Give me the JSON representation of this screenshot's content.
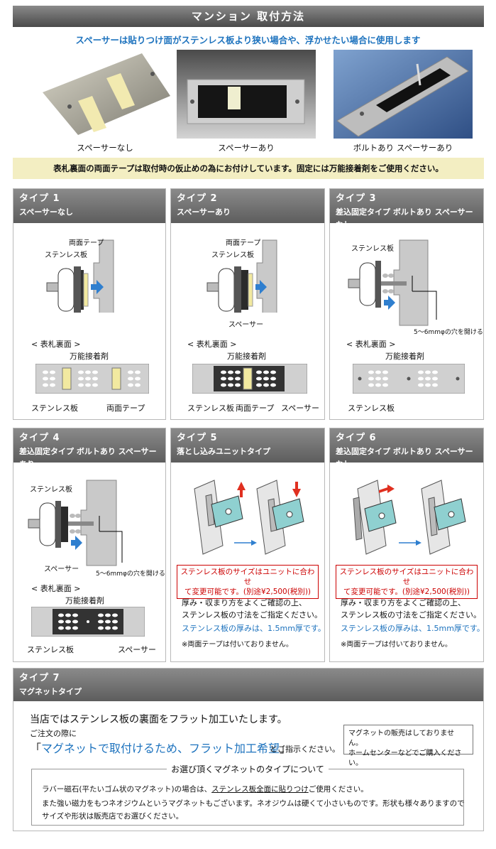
{
  "header": {
    "title": "マンション 取付方法"
  },
  "subtitle": "スペーサーは貼りつけ面がステンレス板より狭い場合や、浮かせたい場合に使用します",
  "photos": [
    {
      "caption": "スペーサーなし"
    },
    {
      "caption": "スペーサーあり"
    },
    {
      "caption": "ボルトあり スペーサーあり"
    }
  ],
  "notice": "表札裏面の両面テープは取付時の仮止めの為にお付けしています。固定には万能接着剤をご使用ください。",
  "types": [
    {
      "title": "タイプ 1",
      "subtitle": "スペーサーなし",
      "label_tape": "両面テープ",
      "label_plate": "ステンレス板",
      "back_title": "< 表札裏面 >",
      "label_glue": "万能接着剤",
      "label_bottom_plate": "ステンレス板",
      "label_bottom_tape": "両面テープ"
    },
    {
      "title": "タイプ 2",
      "subtitle": "スペーサーあり",
      "label_tape": "両面テープ",
      "label_plate": "ステンレス板",
      "label_spacer": "スペーサー",
      "back_title": "< 表札裏面 >",
      "label_glue": "万能接着剤",
      "label_bottom_plate": "ステンレス板",
      "label_bottom_tape": "両面テープ",
      "label_bottom_spacer": "スペーサー"
    },
    {
      "title": "タイプ 3",
      "subtitle": "差込固定タイプ ボルトあり スペーサーなし",
      "label_plate": "ステンレス板",
      "label_hole": "5～6mmφの穴を開ける",
      "back_title": "< 表札裏面 >",
      "label_glue": "万能接着剤",
      "label_bottom_plate": "ステンレス板"
    },
    {
      "title": "タイプ 4",
      "subtitle": "差込固定タイプ ボルトあり スペーサーあり",
      "label_plate": "ステンレス板",
      "label_spacer": "スペーサー",
      "label_hole": "5～6mmφの穴を開ける",
      "back_title": "< 表札裏面 >",
      "label_glue": "万能接着剤",
      "label_bottom_plate": "ステンレス板",
      "label_bottom_spacer": "スペーサー"
    },
    {
      "title": "タイプ 5",
      "subtitle": "落とし込みユニットタイプ",
      "red_note_1": "ステンレス板のサイズはユニットに合わせ",
      "red_note_2": "て変更可能です。(別途¥2,500(税別))",
      "text_1": "厚み・収まり方をよくご確認の上、",
      "text_2": "ステンレス板の寸法をご指定ください。",
      "text_blue": "ステンレス板の厚みは、1.5mm厚です。",
      "text_3": "※両面テープは付いておりません。"
    },
    {
      "title": "タイプ 6",
      "subtitle": "差込固定タイプ ボルトあり スペーサーなし",
      "red_note_1": "ステンレス板のサイズはユニットに合わせ",
      "red_note_2": "て変更可能です。(別途¥2,500(税別))",
      "text_1": "厚み・収まり方をよくご確認の上、",
      "text_2": "ステンレス板の寸法をご指定ください。",
      "text_blue": "ステンレス板の厚みは、1.5mm厚です。",
      "text_3": "※両面テープは付いておりません。"
    }
  ],
  "type7": {
    "title": "タイプ 7",
    "subtitle": "マグネットタイプ",
    "main": "当店ではステンレス板の裏面をフラット加工いたします。",
    "order": "ご注文の際に",
    "bracket_open": "「",
    "request": "マグネットで取付けるため、フラット加工希望",
    "bracket_close": "」",
    "after": "とご指示ください。",
    "shop_1": "マグネットの販売はしておりません。",
    "shop_2": "ホームセンターなどでご購入ください。",
    "magnet_title": "お選び頂くマグネットのタイプについて",
    "magnet_1a": "ラバー磁石(平たいゴム状のマグネット)の場合は、",
    "magnet_1b": "ステンレス板全面に貼りつけ",
    "magnet_1c": "ご使用ください。",
    "magnet_2": "また強い磁力をもつネオジウムというマグネットもございます。ネオジウムは硬くて小さいものです。形状も様々ありますので",
    "magnet_3": "サイズや形状は販売店でお選びください。"
  },
  "colors": {
    "header_bg": "#5d5d5d",
    "subtitle": "#1e73be",
    "notice_bg": "#f3eec2",
    "arrow_blue": "#2f7fcf",
    "red": "#cc0000",
    "tape": "#f2e9a0"
  }
}
